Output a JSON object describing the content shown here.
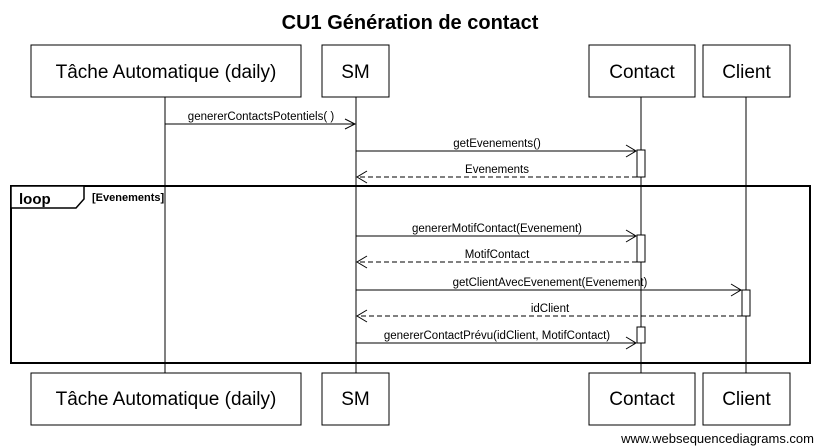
{
  "diagram": {
    "title": "CU1 Génération de contact",
    "participants": [
      {
        "id": "tache",
        "label": "Tâche Automatique (daily)"
      },
      {
        "id": "sm",
        "label": "SM"
      },
      {
        "id": "contact",
        "label": "Contact"
      },
      {
        "id": "client",
        "label": "Client"
      }
    ],
    "messages": [
      {
        "from": "tache",
        "to": "sm",
        "label": "genererContactsPotentiels( )",
        "kind": "call"
      },
      {
        "from": "sm",
        "to": "contact",
        "label": "getEvenements()",
        "kind": "call"
      },
      {
        "from": "contact",
        "to": "sm",
        "label": "Evenements",
        "kind": "return"
      },
      {
        "from": "sm",
        "to": "contact",
        "label": "genererMotifContact(Evenement)",
        "kind": "call"
      },
      {
        "from": "contact",
        "to": "sm",
        "label": "MotifContact",
        "kind": "return"
      },
      {
        "from": "sm",
        "to": "client",
        "label": "getClientAvecEvenement(Evenement)",
        "kind": "call"
      },
      {
        "from": "client",
        "to": "sm",
        "label": "idClient",
        "kind": "return"
      },
      {
        "from": "sm",
        "to": "contact",
        "label": "genererContactPrévu(idClient, MotifContact)",
        "kind": "call"
      }
    ],
    "loop": {
      "label": "loop",
      "condition": "[Evenements]"
    },
    "footer": "www.websequencediagrams.com"
  }
}
